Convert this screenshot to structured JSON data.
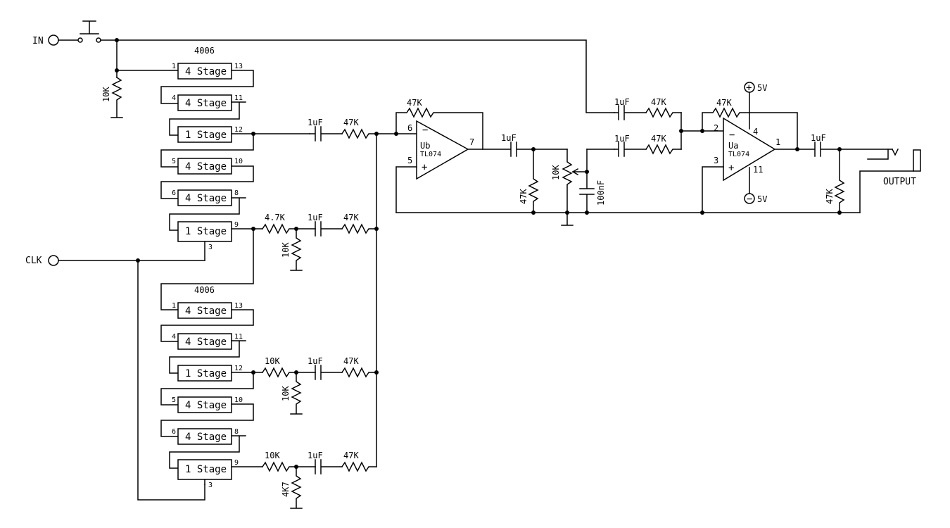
{
  "inputs": {
    "in": "IN",
    "clk": "CLK"
  },
  "output_label": "OUTPUT",
  "chips": [
    {
      "part": "4006",
      "blocks": [
        {
          "label": "4 Stage",
          "pin_in": "1",
          "pin_out": "13"
        },
        {
          "label": "4 Stage",
          "pin_in": "4",
          "pin_out": "11"
        },
        {
          "label": "1 Stage",
          "pin_in": "",
          "pin_out": "12"
        },
        {
          "label": "4 Stage",
          "pin_in": "5",
          "pin_out": "10"
        },
        {
          "label": "4 Stage",
          "pin_in": "6",
          "pin_out": "8"
        },
        {
          "label": "1 Stage",
          "pin_in": "",
          "pin_out": "9",
          "pin_clk": "3"
        }
      ]
    },
    {
      "part": "4006",
      "blocks": [
        {
          "label": "4 Stage",
          "pin_in": "1",
          "pin_out": "13"
        },
        {
          "label": "4 Stage",
          "pin_in": "4",
          "pin_out": "11"
        },
        {
          "label": "1 Stage",
          "pin_in": "",
          "pin_out": "12"
        },
        {
          "label": "4 Stage",
          "pin_in": "5",
          "pin_out": "10"
        },
        {
          "label": "4 Stage",
          "pin_in": "6",
          "pin_out": "8"
        },
        {
          "label": "1 Stage",
          "pin_in": "",
          "pin_out": "9",
          "pin_clk": "3"
        }
      ]
    }
  ],
  "components": {
    "r_in": "10K",
    "c_tap1": "1uF",
    "r_tap1": "47K",
    "r_div2": "4.7K",
    "r_sh2": "10K",
    "c_tap2": "1uF",
    "r_tap2": "47K",
    "r_div3": "10K",
    "r_sh3": "10K",
    "c_tap3": "1uF",
    "r_tap3": "47K",
    "r_div4": "10K",
    "r_sh4": "4K7",
    "c_tap4": "1uF",
    "r_tap4": "47K",
    "r_fb_b": "47K",
    "c_b_out": "1uF",
    "r_b_gnd": "47K",
    "pot": "10K",
    "c_pot": "100nF",
    "c_dry": "1uF",
    "r_dry": "47K",
    "c_wet": "1uF",
    "r_wet": "47K",
    "r_fb_a": "47K",
    "c_out": "1uF",
    "r_out": "47K"
  },
  "opamps": {
    "ub": {
      "name": "Ub",
      "part": "TL074",
      "pin_inv": "6",
      "pin_non": "5",
      "pin_out": "7",
      "minus": "−",
      "plus": "+"
    },
    "ua": {
      "name": "Ua",
      "part": "TL074",
      "pin_inv": "2",
      "pin_non": "3",
      "pin_out": "1",
      "pin_vp": "4",
      "pin_vn": "11",
      "minus": "−",
      "plus": "+"
    }
  },
  "power": {
    "pos": "5V",
    "neg": "5V",
    "pos_sym": "+",
    "neg_sym": "−"
  }
}
